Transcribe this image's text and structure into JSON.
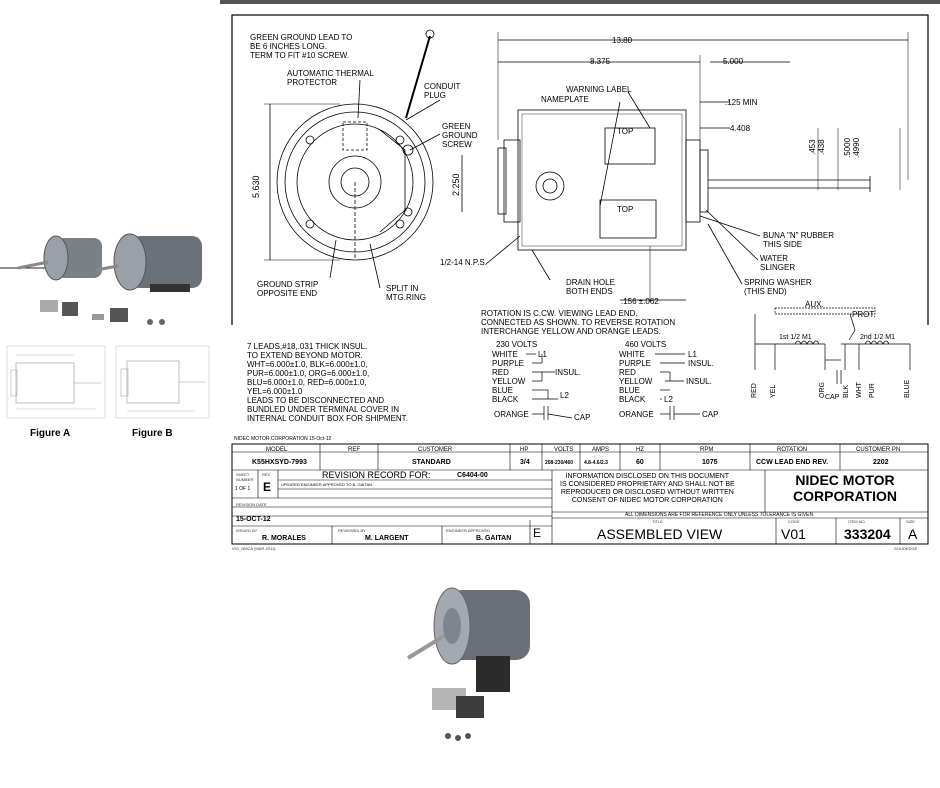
{
  "figures": {
    "figure_a": "Figure A",
    "figure_b": "Figure B"
  },
  "callouts": {
    "green_ground_lead": "GREEN GROUND LEAD TO\nBE 6 INCHES LONG.\nTERM TO FIT #10 SCREW.",
    "automatic_thermal": "AUTOMATIC THERMAL\nPROTECTOR",
    "conduit_plug": "CONDUIT\nPLUG",
    "green_ground_screw": "GREEN\nGROUND\nSCREW",
    "warning_label": "WARNING LABEL",
    "nameplate": "NAMEPLATE",
    "top1": "TOP",
    "top2": "TOP",
    "npt": "1/2-14 N.P.S.",
    "drain_hole": "DRAIN HOLE\nBOTH ENDS",
    "ground_strip": "GROUND STRIP\nOPPOSITE END",
    "split_ring": "SPLIT IN\nMTG.RING",
    "buna": "BUNA \"N\" RUBBER\nTHIS SIDE",
    "water_slinger": "WATER\nSLINGER",
    "spring_washer": "SPRING WASHER\n(THIS END)"
  },
  "dimensions": {
    "d1380": "13.80",
    "d8375": "8.375",
    "d5000": "5.000",
    "d125": ".125 MIN",
    "d4408": "4.408",
    "d453": ".453\n.438",
    "d5000v": ".5000\n.4990",
    "d5630": "5.630",
    "d2250": "2.250",
    "d156": ".156 ±.062"
  },
  "notes": {
    "rotation": "ROTATION IS C.CW. VIEWING LEAD END.\nCONNECTED AS SHOWN. TO REVERSE ROTATION\nINTERCHANGE YELLOW AND ORANGE LEADS.",
    "leads": "7 LEADS,#18,.031 THICK INSUL.\nTO EXTEND BEYOND MOTOR.\nWHT=6.000±1.0, BLK=6.000±1.0,\nPUR=6.000±1.0, ORG=6.000±1.0,\nBLU=6.000±1.0, RED=6.000±1.0,\nYEL=6.000±1.0\nLEADS TO BE DISCONNECTED AND\nBUNDLED UNDER TERMINAL COVER IN\nINTERNAL CONDUIT BOX FOR SHIPMENT."
  },
  "wiring_230": {
    "title": "230 VOLTS",
    "white": "WHITE",
    "l1": "L1",
    "purple": "PURPLE",
    "red": "RED",
    "insul": "INSUL.",
    "yellow": "YELLOW",
    "blue": "BLUE",
    "l2": "L2",
    "black": "BLACK",
    "orange": "ORANGE",
    "cap": "CAP"
  },
  "wiring_460": {
    "title": "460 VOLTS",
    "white": "WHITE",
    "l1": "L1",
    "purple": "PURPLE",
    "insul1": "INSUL.",
    "red": "RED",
    "yellow": "YELLOW",
    "insul2": "INSUL.",
    "blue": "BLUE",
    "black": "BLACK",
    "l2": "L2",
    "orange": "ORANGE",
    "cap": "CAP"
  },
  "schematic": {
    "aux": "AUX.",
    "prot": "PROT.",
    "m1a": "1st 1/2 M1",
    "m1b": "2nd 1/2 M1",
    "leads": [
      "RED",
      "YEL",
      "ORG",
      "BLK",
      "WHT",
      "PUR",
      "BLUE"
    ],
    "cap": "CAP"
  },
  "title_block": {
    "corp_date": "NIDEC MOTOR CORPORATION 15-Oct-12",
    "headers": [
      "MODEL",
      "REF",
      "CUSTOMER",
      "HP",
      "VOLTS",
      "AMPS",
      "HZ",
      "RPM",
      "ROTATION",
      "CUSTOMER PN"
    ],
    "values": [
      "K55HXSYD-7993",
      "",
      "STANDARD",
      "3/4",
      "208-230/460",
      "4.8-4.6/2.3",
      "60",
      "1075",
      "CCW LEAD END REV.",
      "2202"
    ],
    "sheet_label": "SHEET\nNUMBER",
    "rev_label": "REV",
    "sheet": "1 OF 1",
    "rev": "E",
    "revision_record": "REVISION RECORD FOR:",
    "record_no": "C6404-00",
    "update_note": "UPDATED ENGINEER APPROVED TO B. GAITAN",
    "revision_date_label": "REVISION DATE",
    "revision_date": "15-OCT-12",
    "issued_label": "ISSUED BY",
    "issued": "R. MORALES",
    "reviewed_label": "REVIEWED BY",
    "reviewed": "M. LARGENT",
    "engineer_label": "ENGINEER APPROVED",
    "engineer": "B. GAITAN",
    "rev_box": "E",
    "info": "INFORMATION DISCLOSED ON THIS DOCUMENT\nIS CONSIDERED PROPRIETARY AND SHALL NOT BE\nREPRODUCED OR DISCLOSED WITHOUT WRITTEN\nCONSENT OF NIDEC MOTOR CORPORATION",
    "company": "NIDEC MOTOR\nCORPORATION",
    "dims_note": "ALL DIMENSIONS ARE FOR REFERENCE ONLY UNLESS TOLERANCE IS GIVEN",
    "title_label": "TITLE",
    "title": "ASSEMBLED VIEW",
    "code_label": "CODE",
    "code": "V01",
    "item_label": "ITEM NO.",
    "item": "333204",
    "size_label": "SIZE",
    "size": "A",
    "footer_left": "V01_NMCA (MAR-2011)",
    "footer_right": "SOLIDEDGE"
  }
}
